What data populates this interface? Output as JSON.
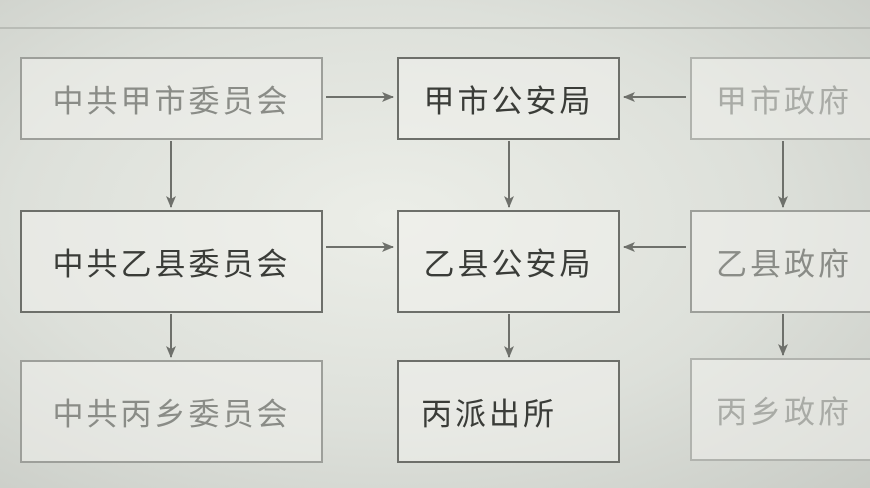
{
  "diagram": {
    "nodes": {
      "jia_party": "中共甲市委员会",
      "jia_police": "甲市公安局",
      "jia_gov": "甲市政府",
      "yi_party": "中共乙县委员会",
      "yi_police": "乙县公安局",
      "yi_gov": "乙县政府",
      "bing_party": "中共丙乡委员会",
      "bing_police": "丙派出所",
      "bing_gov": "丙乡政府"
    },
    "edges": [
      {
        "from": "jia_party",
        "to": "jia_police"
      },
      {
        "from": "jia_gov",
        "to": "jia_police"
      },
      {
        "from": "jia_party",
        "to": "yi_party"
      },
      {
        "from": "jia_police",
        "to": "yi_police"
      },
      {
        "from": "jia_gov",
        "to": "yi_gov"
      },
      {
        "from": "yi_party",
        "to": "yi_police"
      },
      {
        "from": "yi_gov",
        "to": "yi_police"
      },
      {
        "from": "yi_party",
        "to": "bing_party"
      },
      {
        "from": "yi_police",
        "to": "bing_police"
      },
      {
        "from": "yi_gov",
        "to": "bing_gov"
      }
    ]
  }
}
